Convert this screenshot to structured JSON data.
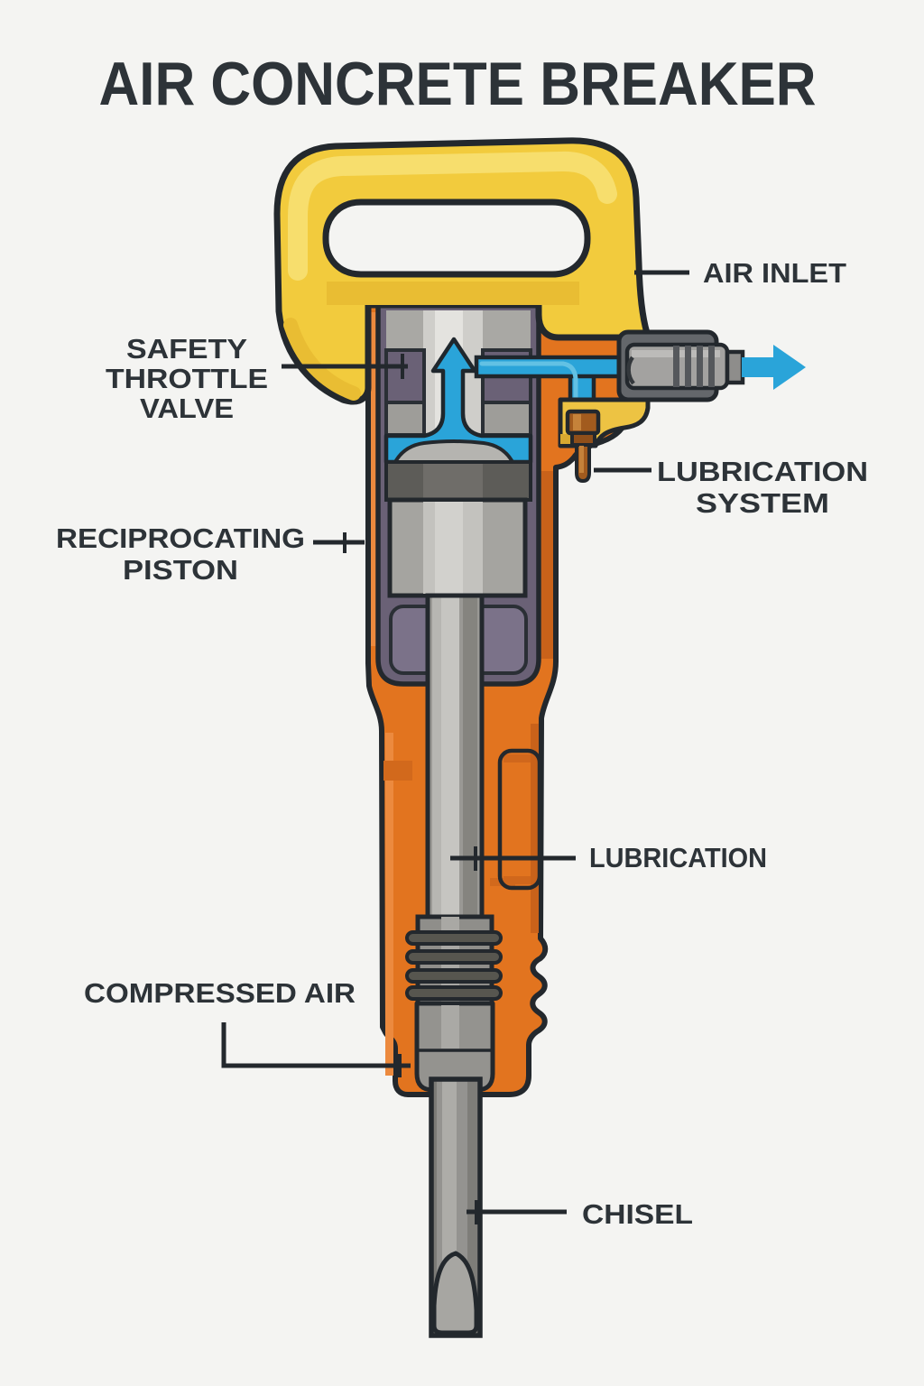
{
  "title": "AIR CONCRETE BREAKER",
  "labels": {
    "air_inlet": {
      "text": "AIR INLET"
    },
    "safety_throttle_valve": {
      "lines": [
        "SAFETY",
        "THROTTLE",
        "VALVE"
      ]
    },
    "reciprocating_piston": {
      "lines": [
        "RECIPROCATING",
        "PISTON"
      ]
    },
    "lubrication_system": {
      "lines": [
        "LUBRICATION",
        "SYSTEM"
      ]
    },
    "lubrication": {
      "text": "LUBRICATION"
    },
    "compressed_air": {
      "text": "COMPRESSED AIR"
    },
    "chisel": {
      "text": "CHISEL"
    }
  },
  "colors": {
    "background": "#f4f4f2",
    "outline": "#23282d",
    "label_text": "#2d3338",
    "handle_yellow": "#f2cb3d",
    "handle_highlight": "#f7de6d",
    "body_orange": "#e2741f",
    "chamber_purple": "#6a6176",
    "air_blue": "#2aa4d9",
    "metal_gray": "#a5a4a0",
    "coupler_gray": "#64676b",
    "lubricator_brass": "#a25b1e"
  }
}
